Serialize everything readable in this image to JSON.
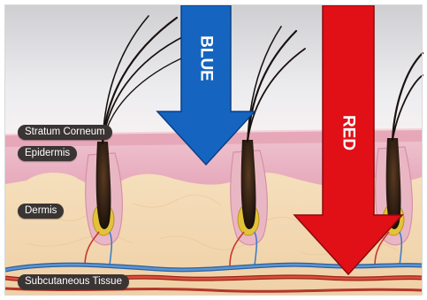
{
  "layers": {
    "stratum_corneum": "Stratum Corneum",
    "epidermis": "Epidermis",
    "dermis": "Dermis",
    "subcutaneous": "Subcutaneous Tissue"
  },
  "arrows": {
    "blue": {
      "label": "BLUE",
      "color": "#1565c0"
    },
    "red": {
      "label": "RED",
      "color": "#e01016"
    }
  },
  "colors": {
    "epidermis": "#e8aec1",
    "dermis": "#f2d9b3",
    "vein": "#3f7fc4",
    "artery": "#c73a2a"
  }
}
